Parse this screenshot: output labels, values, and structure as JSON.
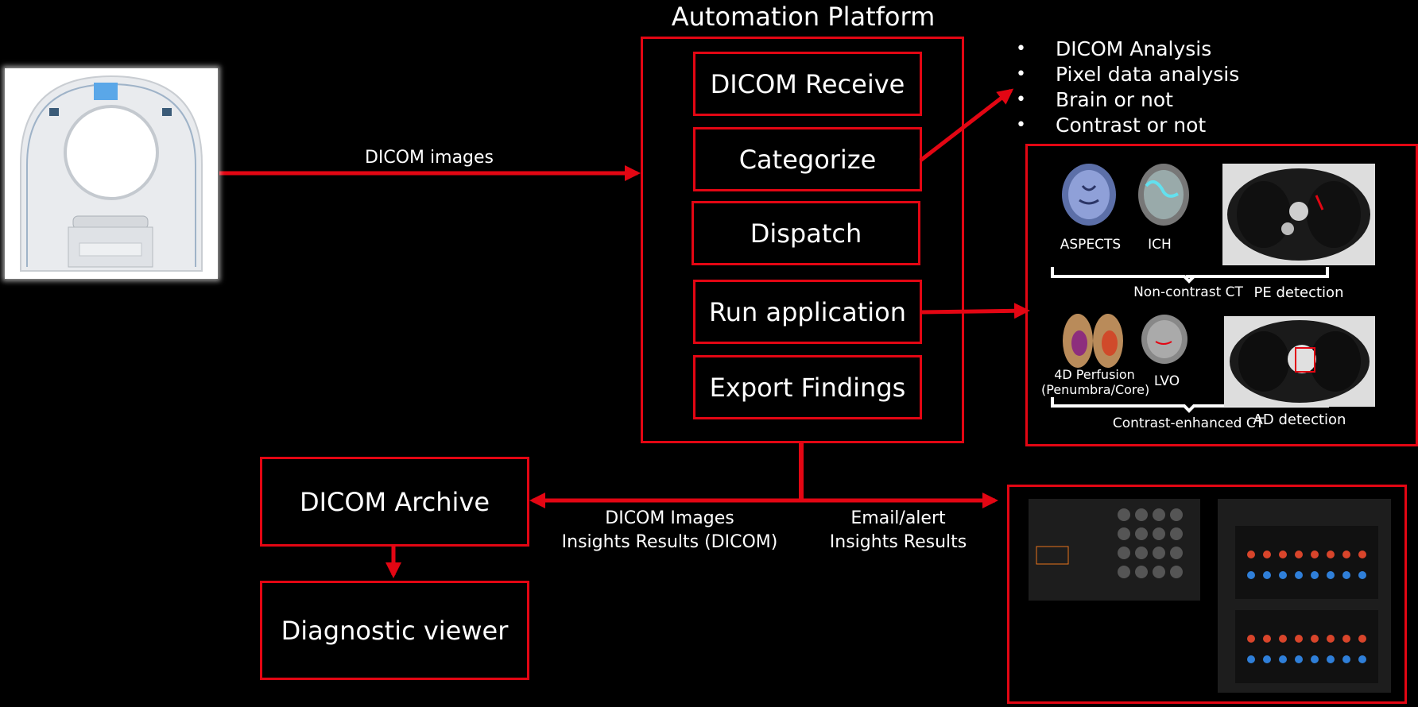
{
  "platform": {
    "title": "Automation Platform",
    "stages": [
      "DICOM Receive",
      "Categorize",
      "Dispatch",
      "Run application",
      "Export Findings"
    ]
  },
  "input": {
    "edge_label": "DICOM images"
  },
  "categorize_bullets": [
    "DICOM Analysis",
    "Pixel data analysis",
    "Brain or not",
    "Contrast or not"
  ],
  "applications": {
    "aspects": "ASPECTS",
    "ich": "ICH",
    "non_contrast": "Non-contrast CT",
    "pe": "PE detection",
    "perfusion_line1": "4D Perfusion",
    "perfusion_line2": "(Penumbra/Core)",
    "lvo": "LVO",
    "contrast_enhanced": "Contrast-enhanced CT",
    "ad": "AD detection"
  },
  "outputs": {
    "archive": "DICOM Archive",
    "viewer": "Diagnostic viewer",
    "archive_edge_line1": "DICOM Images",
    "archive_edge_line2": "Insights Results (DICOM)",
    "email_edge_line1": "Email/alert",
    "email_edge_line2": "Insights Results"
  },
  "colors": {
    "accent": "#e30613",
    "background": "#000000",
    "text": "#ffffff"
  }
}
